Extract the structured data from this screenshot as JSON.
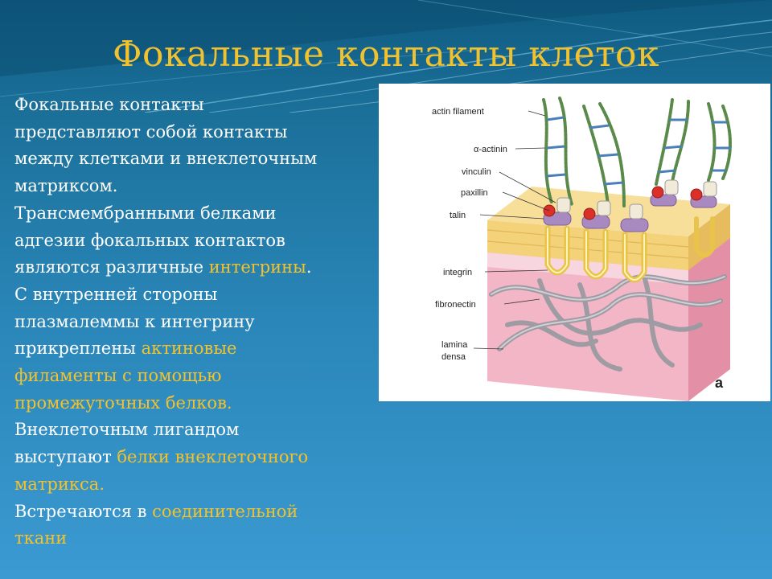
{
  "slide": {
    "title": "Фокальные контакты клеток",
    "body_lines": [
      [
        {
          "t": "Фокальные контакты"
        }
      ],
      [
        {
          "t": "представляют собой контакты"
        }
      ],
      [
        {
          "t": "между клетками и внеклеточным"
        }
      ],
      [
        {
          "t": "матриксом."
        }
      ],
      [
        {
          "t": "Трансмембранными белками"
        }
      ],
      [
        {
          "t": "адгезии фокальных контактов"
        }
      ],
      [
        {
          "t": "являются различные "
        },
        {
          "t": "интегрины",
          "hl": true
        },
        {
          "t": "."
        }
      ],
      [
        {
          "t": "С внутренней стороны"
        }
      ],
      [
        {
          "t": "плазмалеммы к интегрину"
        }
      ],
      [
        {
          "t": "прикреплены "
        },
        {
          "t": "актиновые",
          "hl": true
        }
      ],
      [
        {
          "t": "филаменты с помощью",
          "hl": true
        }
      ],
      [
        {
          "t": "промежуточных белков.",
          "hl": true
        }
      ],
      [
        {
          "t": "Внеклеточным лигандом"
        }
      ],
      [
        {
          "t": "выступают "
        },
        {
          "t": "белки внеклеточного",
          "hl": true
        }
      ],
      [
        {
          "t": "матрикса.",
          "hl": true
        }
      ],
      [
        {
          "t": "Встречаются в "
        },
        {
          "t": "соединительной",
          "hl": true
        }
      ],
      [
        {
          "t": "ткани",
          "hl": true
        }
      ]
    ]
  },
  "figure": {
    "labels": {
      "actin": "actin filament",
      "actinin": "α-actinin",
      "vinculin": "vinculin",
      "paxillin": "paxillin",
      "talin": "talin",
      "integrin": "integrin",
      "fibronectin": "fibronectin",
      "lamina1": "lamina",
      "lamina2": "densa"
    },
    "panel_letter": "a"
  },
  "colors": {
    "title": "#f2c22e",
    "highlight": "#f2c22e",
    "text": "#ffffff",
    "membrane": "#f3d27a",
    "matrix": "#f1a9bd",
    "actin": "#5a8a4a"
  }
}
